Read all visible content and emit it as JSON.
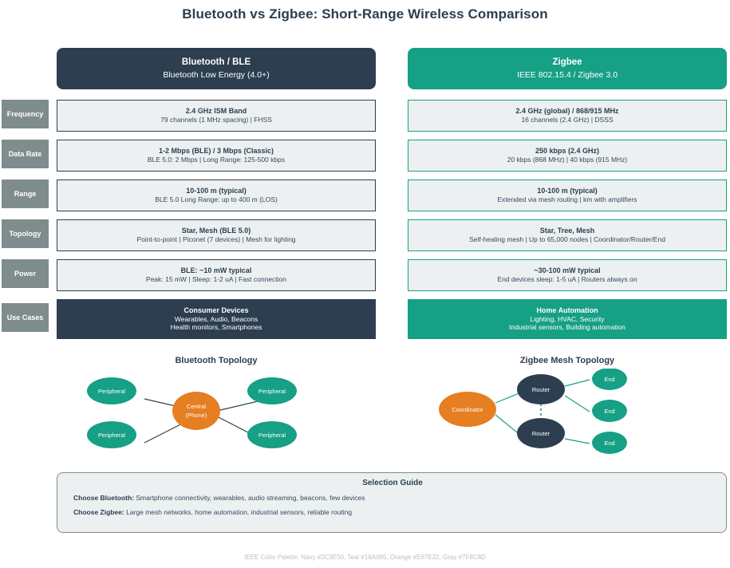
{
  "page_title": "Bluetooth vs Zigbee: Short-Range Wireless Comparison",
  "colors": {
    "navy": "#2C3E50",
    "teal": "#16A085",
    "orange": "#E67E22",
    "gray": "#7F8C8D",
    "light": "#ECF0F1"
  },
  "headers": {
    "bluetooth": {
      "title": "Bluetooth / BLE",
      "subtitle": "Bluetooth Low Energy (4.0+)"
    },
    "zigbee": {
      "title": "Zigbee",
      "subtitle": "IEEE 802.15.4 / Zigbee 3.0"
    }
  },
  "rows": [
    {
      "label": "Frequency",
      "bluetooth": {
        "main": "2.4 GHz ISM Band",
        "sub": "79 channels (1 MHz spacing) | FHSS"
      },
      "zigbee": {
        "main": "2.4 GHz (global) / 868/915 MHz",
        "sub": "16 channels (2.4 GHz) | DSSS"
      }
    },
    {
      "label": "Data Rate",
      "bluetooth": {
        "main": "1-2 Mbps (BLE) / 3 Mbps (Classic)",
        "sub": "BLE 5.0: 2 Mbps | Long Range: 125-500 kbps"
      },
      "zigbee": {
        "main": "250 kbps (2.4 GHz)",
        "sub": "20 kbps (868 MHz) | 40 kbps (915 MHz)"
      }
    },
    {
      "label": "Range",
      "bluetooth": {
        "main": "10-100 m (typical)",
        "sub": "BLE 5.0 Long Range: up to 400 m (LOS)"
      },
      "zigbee": {
        "main": "10-100 m (typical)",
        "sub": "Extended via mesh routing | km with amplifiers"
      }
    },
    {
      "label": "Topology",
      "bluetooth": {
        "main": "Star, Mesh (BLE 5.0)",
        "sub": "Point-to-point | Piconet (7 devices) | Mesh for lighting"
      },
      "zigbee": {
        "main": "Star, Tree, Mesh",
        "sub": "Self-healing mesh | Up to 65,000 nodes | Coordinator/Router/End"
      }
    },
    {
      "label": "Power",
      "bluetooth": {
        "main": "BLE: ~10 mW typical",
        "sub": "Peak: 15 mW | Sleep: 1-2 uA | Fast connection"
      },
      "zigbee": {
        "main": "~30-100 mW typical",
        "sub": "End devices sleep: 1-5 uA | Routers always on"
      }
    },
    {
      "label": "Use Cases",
      "bluetooth": {
        "main": "Consumer Devices",
        "sub": "Wearables, Audio, Beacons",
        "sub2": "Health monitors, Smartphones"
      },
      "zigbee": {
        "main": "Home Automation",
        "sub": "Lighting, HVAC, Security",
        "sub2": "Industrial sensors, Building automation"
      }
    }
  ],
  "topology": {
    "bluetooth": {
      "title": "Bluetooth Topology",
      "nodes": {
        "central": "Central",
        "central_line2": "(Phone)",
        "peripheral": "Peripheral"
      }
    },
    "zigbee": {
      "title": "Zigbee Mesh Topology",
      "nodes": {
        "coordinator": "Coordinator",
        "router": "Router",
        "end": "End"
      }
    }
  },
  "selection_guide": {
    "title": "Selection Guide",
    "bluetooth_lead": "Choose Bluetooth:",
    "bluetooth_text": " Smartphone connectivity, wearables, audio streaming, beacons, few devices",
    "zigbee_lead": "Choose Zigbee:",
    "zigbee_text": " Large mesh networks, home automation, industrial sensors, reliable routing"
  },
  "footer": "IEEE Color Palette: Navy #2C3E50, Teal #16A085, Orange #E67E22, Gray #7F8C8D"
}
